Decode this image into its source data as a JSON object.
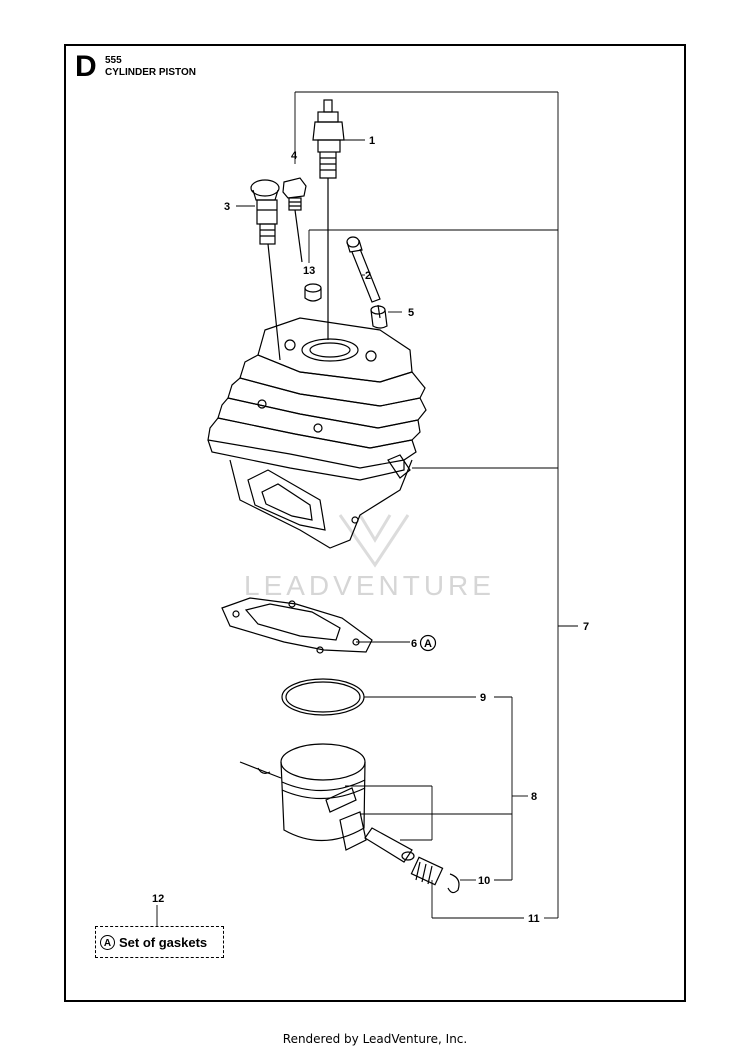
{
  "section": {
    "letter": "D",
    "model": "555",
    "name": "CYLINDER PISTON"
  },
  "callouts": [
    "1",
    "2",
    "3",
    "4",
    "5",
    "6",
    "7",
    "8",
    "9",
    "10",
    "11",
    "13"
  ],
  "marker_letter": "A",
  "legend": {
    "number": "12",
    "marker": "A",
    "text": "Set of gaskets"
  },
  "watermark": "LEADVENTURE",
  "footer": "Rendered by LeadVenture, Inc."
}
